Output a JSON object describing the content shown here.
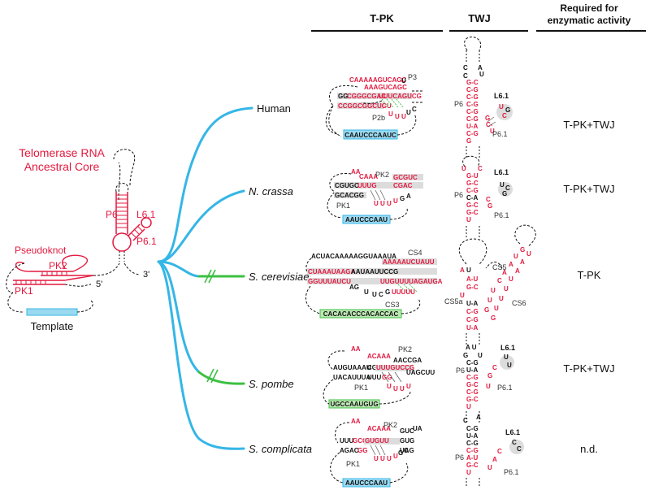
{
  "headers": {
    "tpk": "T-PK",
    "twj": "TWJ",
    "required_line1": "Required for",
    "required_line2": "enzymatic activity"
  },
  "core": {
    "title_line1": "Telomerase RNA",
    "title_line2": "Ancestral Core",
    "pseudoknot": "Pseudoknot",
    "pk1": "PK1",
    "pk2": "PK2",
    "p6": "P6",
    "l61": "L6.1",
    "p61": "P6.1",
    "template": "Template",
    "five_prime": "5'",
    "three_prime": "3'"
  },
  "species": [
    {
      "name": "Human",
      "activity": "T-PK+TWJ",
      "template_seq": "CAAUCCCAAUC",
      "template_color": "#9ad9f0",
      "labels": [
        "P3",
        "P2b"
      ],
      "twj_labels": [
        "P6",
        "L6.1",
        "P6.1"
      ]
    },
    {
      "name": "N. crassa",
      "activity": "T-PK+TWJ",
      "template_seq": "AAUCCCAAU",
      "template_color": "#9ad9f0",
      "labels": [
        "PK2",
        "PK1"
      ],
      "twj_labels": [
        "P6",
        "L6.1",
        "P6.1"
      ]
    },
    {
      "name": "S. cerevisiae",
      "activity": "T-PK",
      "template_seq": "CACACACCCACACCAC",
      "template_color": "#bde8b4",
      "labels": [
        "CS4",
        "CS3"
      ],
      "twj_labels": [
        "CS5",
        "CS5a",
        "CS6"
      ]
    },
    {
      "name": "S. pombe",
      "activity": "T-PK+TWJ",
      "template_seq": "UGCCAAUGUG",
      "template_color": "#bde8b4",
      "labels": [
        "PK2",
        "PK1"
      ],
      "twj_labels": [
        "P6",
        "L6.1",
        "P6.1"
      ]
    },
    {
      "name": "S. complicata",
      "activity": "n.d.",
      "template_seq": "AAUCCCAAU",
      "template_color": "#9ad9f0",
      "labels": [
        "PK2",
        "PK1"
      ],
      "twj_labels": [
        "P6",
        "L6.1",
        "P6.1"
      ]
    }
  ],
  "seq": {
    "human": {
      "top": "CAAAAAGUCAGC",
      "mid1": "GGCGGGCGAC",
      "mid2": "UUUCAGUCG",
      "low": "CCGGCGGCUG",
      "u": "UUUU",
      "tail": "UUUC"
    },
    "ncrassa": {
      "top": "AACAAAGCGUC",
      "mid1": "CGUGC",
      "mid2": "CGAC",
      "low": "GCACGG",
      "tail": "UUUUGA"
    },
    "scer": {
      "top": "ACUACAAAAAGGUAAAUA",
      "r1": "CUAAAUAAGA AAUAAUUCCG",
      "r2": "GGUUUAUCU UUGUUUUAGAUGA",
      "tail": "UUUUUCG",
      "cs4": "AAAAAUCUAUU"
    },
    "spombe": {
      "top": "CAACAAA AACCGA",
      "r1": "AUGUAAAU CGUUUGUCCG",
      "r2": "UACAUUUA UUUGGUUU UAGCUU",
      "tail": "UUUU"
    },
    "scompl": {
      "top": "AACAAA GUCUA",
      "r1": "UUUGCCGUGUU GUG",
      "r2": "AGACGG GUCUUAG",
      "tail": "UUUUGC"
    }
  }
}
